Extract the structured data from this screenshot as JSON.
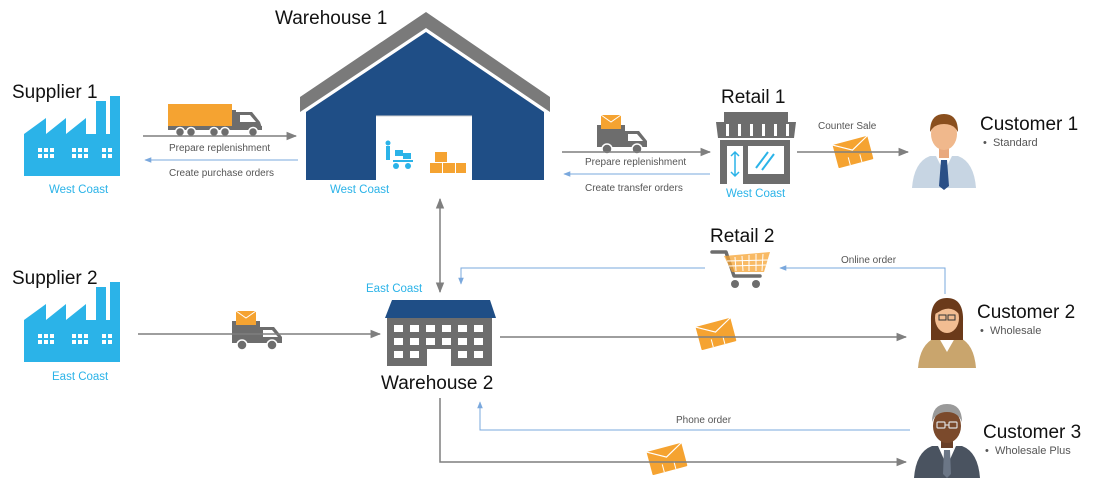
{
  "colors": {
    "navy": "#1f4e86",
    "roof": "#7a7a7a",
    "cyan": "#2bb3e8",
    "orange": "#f5a331",
    "truck_gray": "#6d6d6d",
    "dark_arrow": "#7f7f7f",
    "blue_arrow": "#7aa8dd"
  },
  "nodes": {
    "supplier1": {
      "title": "Supplier 1",
      "location": "West Coast",
      "icon": "factory-icon"
    },
    "supplier2": {
      "title": "Supplier 2",
      "location": "East Coast",
      "icon": "factory-icon"
    },
    "warehouse1": {
      "title": "Warehouse 1",
      "location": "West Coast",
      "icon": "warehouse-icon"
    },
    "warehouse2": {
      "title": "Warehouse 2",
      "location": "East Coast",
      "icon": "building-icon"
    },
    "retail1": {
      "title": "Retail 1",
      "location": "West Coast",
      "icon": "storefront-icon"
    },
    "retail2": {
      "title": "Retail 2",
      "icon": "shopping-cart-icon"
    },
    "customer1": {
      "title": "Customer 1",
      "type": "Standard",
      "icon": "businessman-icon"
    },
    "customer2": {
      "title": "Customer 2",
      "type": "Wholesale",
      "icon": "businesswoman-icon"
    },
    "customer3": {
      "title": "Customer 3",
      "type": "Wholesale Plus",
      "icon": "senior-businessman-icon"
    }
  },
  "flows": {
    "s1_prepare": "Prepare replenishment",
    "s1_create": "Create purchase orders",
    "r1_prepare": "Prepare replenishment",
    "r1_create": "Create transfer  orders",
    "counter_sale": "Counter Sale",
    "online_order": "Online order",
    "phone_order": "Phone order"
  }
}
